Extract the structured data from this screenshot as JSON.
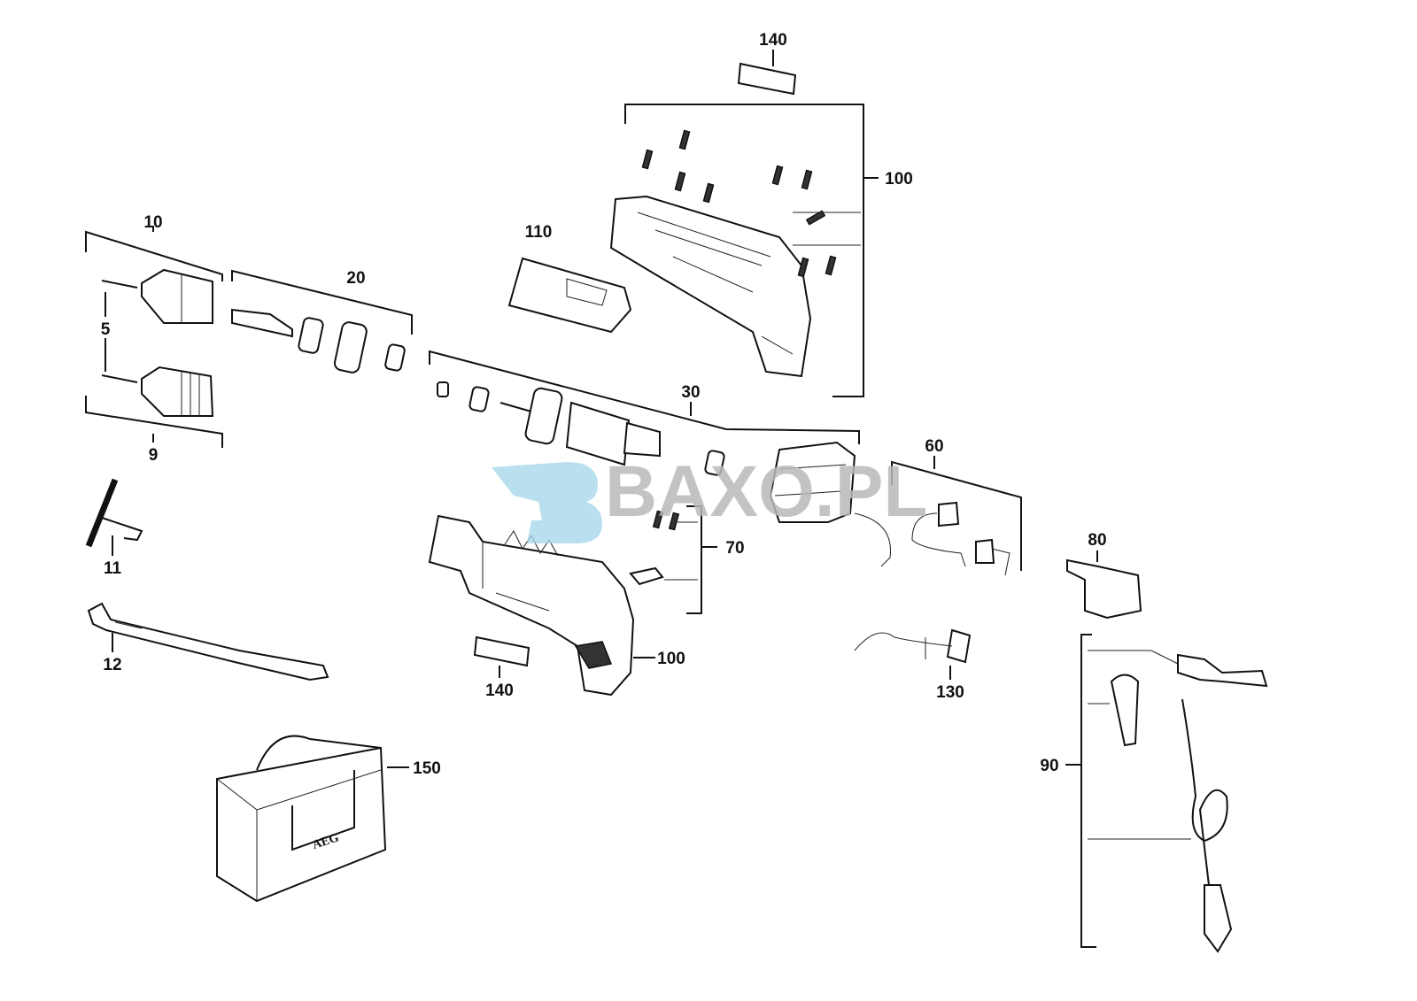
{
  "diagram": {
    "title": "Exploded parts diagram - hammer drill",
    "watermark": "BAXO.PL",
    "bag_logo": "AEG",
    "labels": [
      "140",
      "100",
      "110",
      "10",
      "20",
      "5",
      "9",
      "30",
      "60",
      "11",
      "70",
      "80",
      "12",
      "100",
      "140",
      "130",
      "90",
      "150"
    ]
  }
}
